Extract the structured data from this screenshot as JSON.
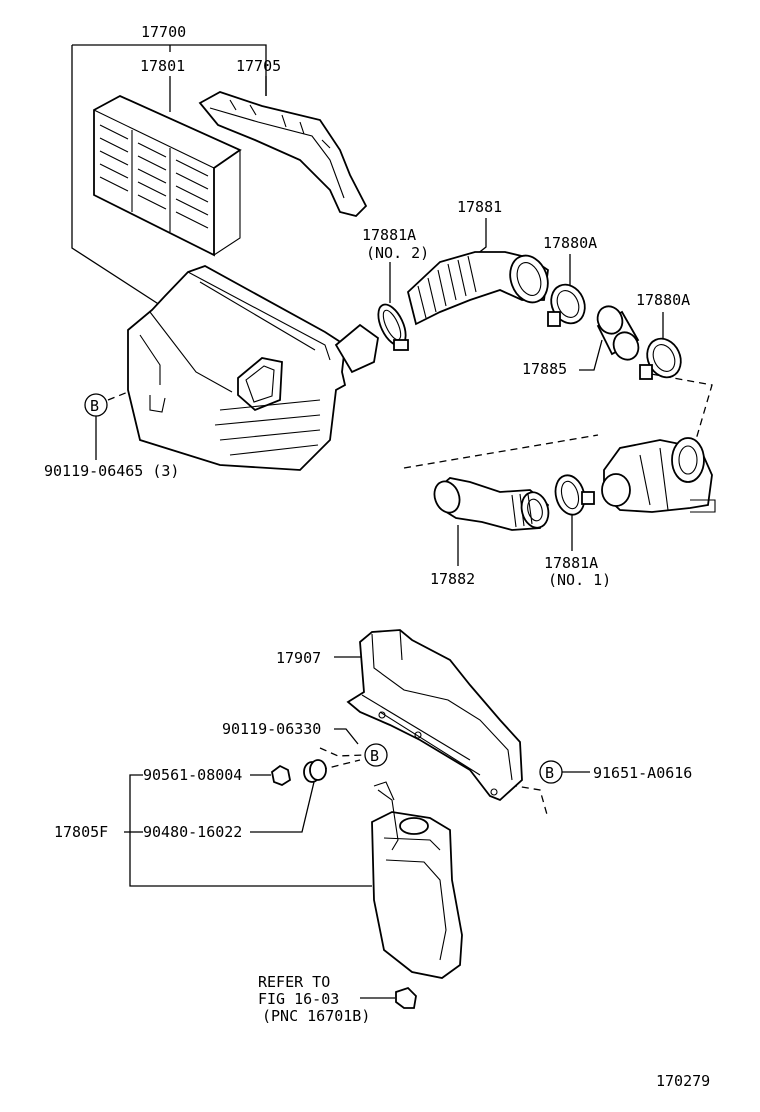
{
  "diagram_id": "170279",
  "parts": {
    "p17700": "17700",
    "p17801": "17801",
    "p17705": "17705",
    "p17881": "17881",
    "p17881a_top": "17881A",
    "p17881a_top_note": "(NO. 2)",
    "p17880a_1": "17880A",
    "p17880a_2": "17880A",
    "p17885": "17885",
    "p90119_06465": "90119-06465 (3)",
    "p17882": "17882",
    "p17881a_bot": "17881A",
    "p17881a_bot_note": "(NO. 1)",
    "p17907": "17907",
    "p90119_06330": "90119-06330",
    "p90561_08004": "90561-08004",
    "p17805f": "17805F",
    "p90480_16022": "90480-16022",
    "p91651_a0616": "91651-A0616"
  },
  "refs": {
    "b1": "B",
    "b2": "B",
    "b3": "B"
  },
  "refer": {
    "line1": "REFER TO",
    "line2": "FIG 16-03",
    "line3": "(PNC 16701B)"
  }
}
